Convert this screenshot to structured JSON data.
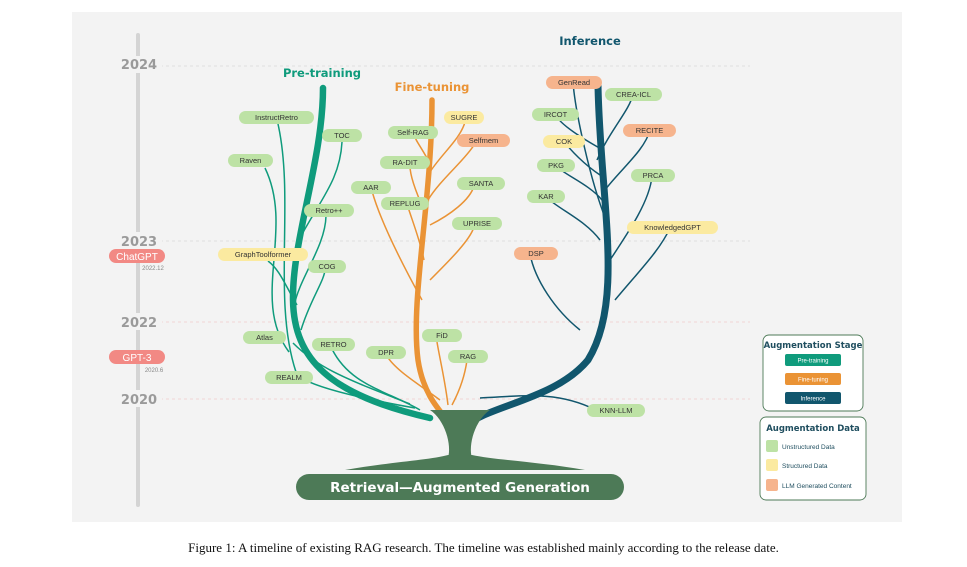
{
  "stages": {
    "pretraining": "Pre-training",
    "finetuning": "Fine-tuning",
    "inference": "Inference"
  },
  "trunk_label": "Retrieval—Augmented Generation",
  "years": [
    "2024",
    "2023",
    "2022",
    "2020"
  ],
  "milestones": {
    "chatgpt": {
      "label": "ChatGPT",
      "date": "2022.12"
    },
    "gpt3": {
      "label": "GPT-3",
      "date": "2020.6"
    }
  },
  "nodes": {
    "instructretro": "InstructRetro",
    "toc": "TOC",
    "raven": "Raven",
    "retropp": "Retro++",
    "graphtoolformer": "GraphToolformer",
    "cog": "COG",
    "atlas": "Atlas",
    "retro": "RETRO",
    "realm": "REALM",
    "selfrag": "Self-RAG",
    "sugre": "SUGRE",
    "selfmem": "Selfmem",
    "radit": "RA-DIT",
    "aar": "AAR",
    "replug": "REPLUG",
    "santa": "SANTA",
    "uprise": "UPRISE",
    "fid": "FiD",
    "dpr": "DPR",
    "rag": "RAG",
    "genread": "GenRead",
    "creaicl": "CREA-ICL",
    "ircot": "IRCOT",
    "recite": "RECITE",
    "cok": "COK",
    "pkg": "PKG",
    "prca": "PRCA",
    "kar": "KAR",
    "knowledgedgpt": "KnowledgedGPT",
    "dsp": "DSP",
    "knnllm": "KNN-LLM"
  },
  "legend": {
    "stage_title": "Augmentation Stage",
    "stage_items": [
      "Pre-training",
      "Fine-tuning",
      "Inference"
    ],
    "data_title": "Augmentation Data",
    "data_items": [
      "Unstructured Data",
      "Structured Data",
      "LLM Generated Content"
    ]
  },
  "colors": {
    "pretraining": "#0f9b7c",
    "finetuning": "#ea9335",
    "inference": "#11566d",
    "trunk": "#4d7a57",
    "unstructured": "#bde2a5",
    "structured": "#fbeaa0",
    "llm_generated": "#f6b48d",
    "milestone": "#f28984"
  },
  "caption": "Figure 1: A timeline of existing RAG research. The timeline was established mainly according to the release date."
}
